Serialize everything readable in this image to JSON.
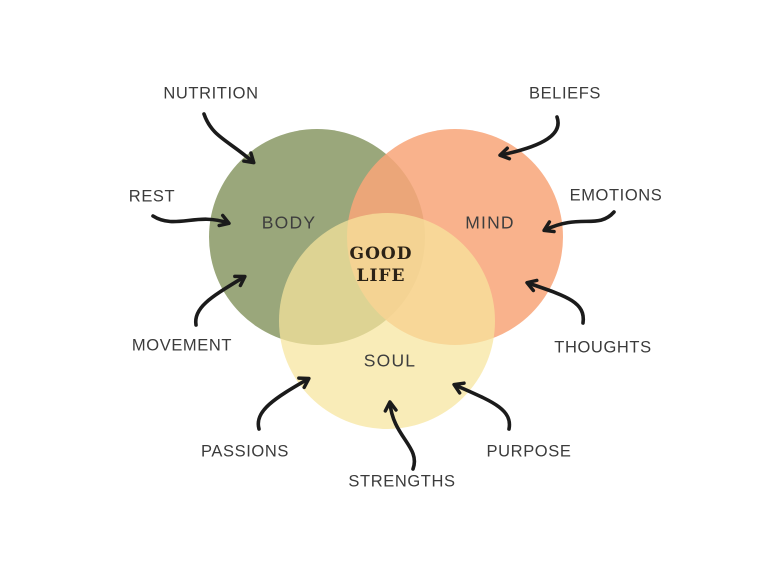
{
  "diagram": {
    "background": "#FFFFFF",
    "text_color": "#3B3B3B",
    "arrow_color": "#1B1B1B",
    "center_label": {
      "line1": "GOOD",
      "line2": "LIFE",
      "color": "#2B2216"
    },
    "circles": [
      {
        "name": "body",
        "label": "BODY",
        "fill": "#9AA77B"
      },
      {
        "name": "mind",
        "label": "MIND",
        "fill": "#F8A579"
      },
      {
        "name": "soul",
        "label": "SOUL",
        "fill": "#F6E49C"
      }
    ],
    "factors": [
      {
        "name": "nutrition",
        "label": "NUTRITION",
        "circle": "body"
      },
      {
        "name": "rest",
        "label": "REST",
        "circle": "body"
      },
      {
        "name": "movement",
        "label": "MOVEMENT",
        "circle": "body"
      },
      {
        "name": "beliefs",
        "label": "BELIEFS",
        "circle": "mind"
      },
      {
        "name": "emotions",
        "label": "EMOTIONS",
        "circle": "mind"
      },
      {
        "name": "thoughts",
        "label": "THOUGHTS",
        "circle": "mind"
      },
      {
        "name": "passions",
        "label": "PASSIONS",
        "circle": "soul"
      },
      {
        "name": "strengths",
        "label": "STRENGTHS",
        "circle": "soul"
      },
      {
        "name": "purpose",
        "label": "PURPOSE",
        "circle": "soul"
      }
    ]
  }
}
